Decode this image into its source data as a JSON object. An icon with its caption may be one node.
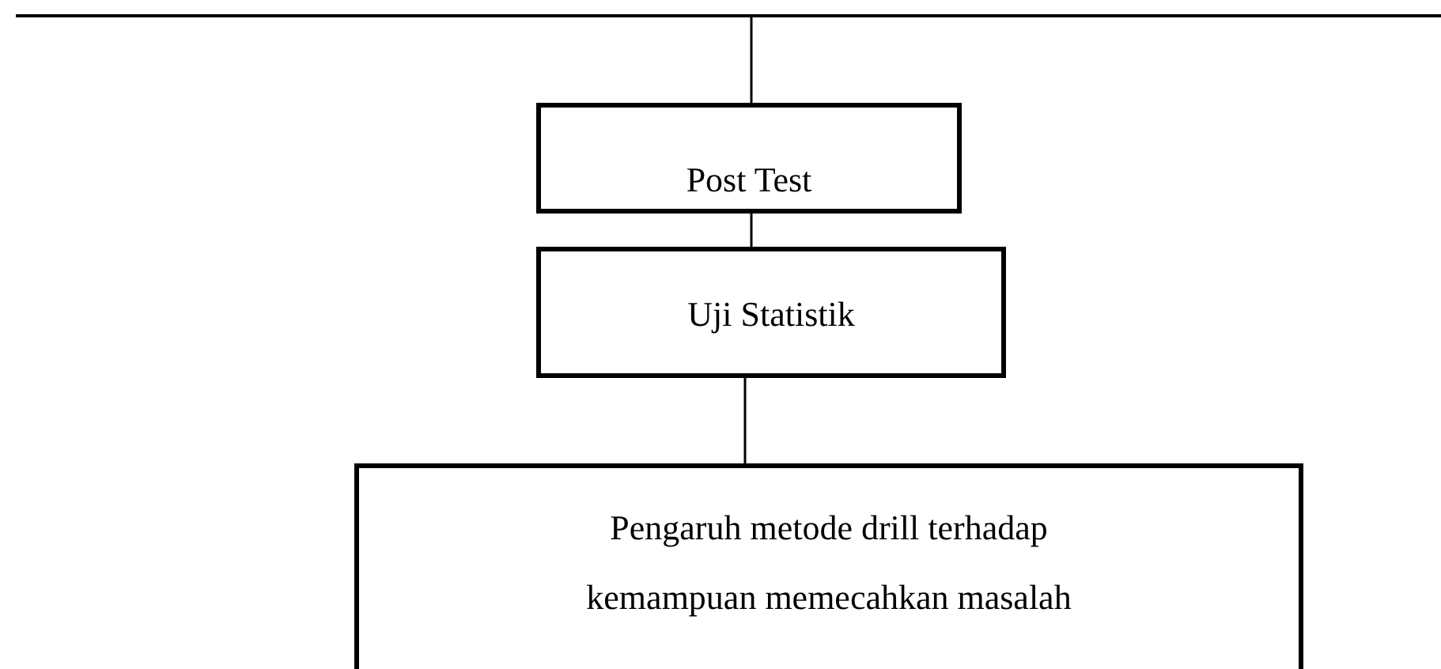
{
  "diagram": {
    "nodes": [
      {
        "text": [],
        "shape": "bar"
      },
      {
        "text": [
          "Post Test"
        ]
      },
      {
        "text": [
          "Uji Statistik"
        ]
      },
      {
        "text": [
          "Pengaruh metode drill terhadap kemampuan memecahkan masalah"
        ]
      }
    ],
    "edges": [
      {
        "from": 0,
        "to": 1,
        "arrow": "none"
      },
      {
        "from": 1,
        "to": 2,
        "arrow": "none"
      },
      {
        "from": 2,
        "to": 3,
        "arrow": "none"
      }
    ]
  }
}
